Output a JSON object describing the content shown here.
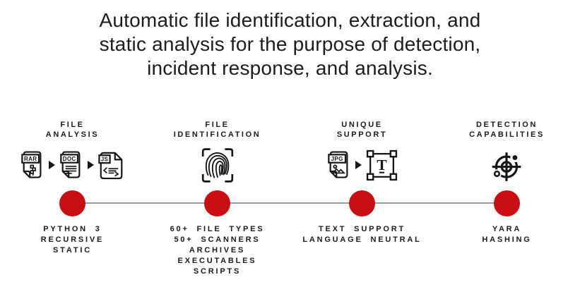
{
  "title": {
    "lines": [
      "Automatic file identification, extraction, and",
      "static analysis for the purpose of detection,",
      "incident response, and analysis."
    ]
  },
  "colors": {
    "accent_red": "#C80E13",
    "connector_gray": "#9b9b9b",
    "ink": "#161616"
  },
  "steps": [
    {
      "heading": [
        "FILE",
        "ANALYSIS"
      ],
      "icons": [
        "rar-file-icon",
        "arrow-right-icon",
        "doc-file-icon",
        "arrow-right-icon",
        "js-file-icon"
      ],
      "labels": [
        "PYTHON 3",
        "RECURSIVE",
        "STATIC"
      ]
    },
    {
      "heading": [
        "FILE",
        "IDENTIFICATION"
      ],
      "icons": [
        "fingerprint-scan-icon"
      ],
      "labels": [
        "60+ FILE TYPES",
        "50+ SCANNERS",
        "ARCHIVES",
        "EXECUTABLES",
        "SCRIPTS"
      ]
    },
    {
      "heading": [
        "UNIQUE",
        "SUPPORT"
      ],
      "icons": [
        "jpg-file-icon",
        "arrow-right-icon",
        "text-selection-icon"
      ],
      "labels": [
        "TEXT SUPPORT",
        "LANGUAGE NEUTRAL"
      ]
    },
    {
      "heading": [
        "DETECTION",
        "CAPABILITIES"
      ],
      "icons": [
        "detection-target-icon"
      ],
      "labels": [
        "YARA",
        "HASHING"
      ]
    }
  ],
  "icon_text": {
    "rar": "RAR",
    "doc": "DOC",
    "js": "JS",
    "jpg": "JPG",
    "text_tool": "T"
  }
}
